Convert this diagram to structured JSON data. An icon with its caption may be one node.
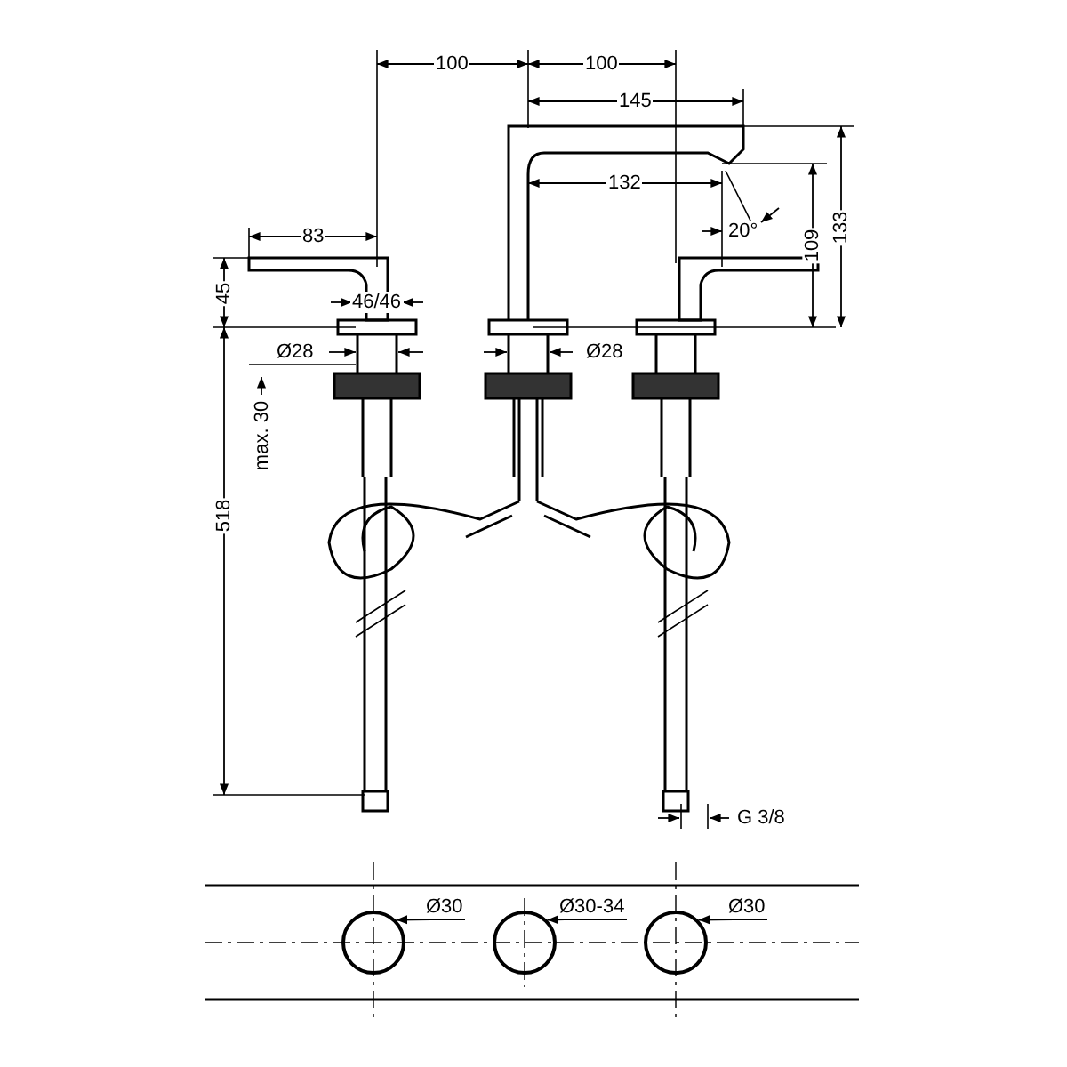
{
  "diagram": {
    "nodes": [
      {
        "text": [
          "Ø30"
        ]
      },
      {
        "text": [],
        "shape": "circle"
      },
      {
        "text": [
          "Ø30-34"
        ]
      },
      {
        "text": [],
        "shape": "circle"
      },
      {
        "text": [
          "Ø30"
        ]
      },
      {
        "text": [],
        "shape": "circle"
      }
    ],
    "edges": [
      {
        "from": 0,
        "to": 1,
        "arrow": "to"
      },
      {
        "from": 2,
        "to": 3,
        "arrow": "to"
      },
      {
        "from": 4,
        "to": 5,
        "arrow": "to"
      }
    ],
    "labels": [
      "100",
      "100",
      "145",
      "132",
      "83",
      "20°",
      "109",
      "133",
      "45",
      "46/46",
      "Ø28",
      "Ø28",
      "max. 30",
      "518",
      "G 3/8"
    ]
  }
}
